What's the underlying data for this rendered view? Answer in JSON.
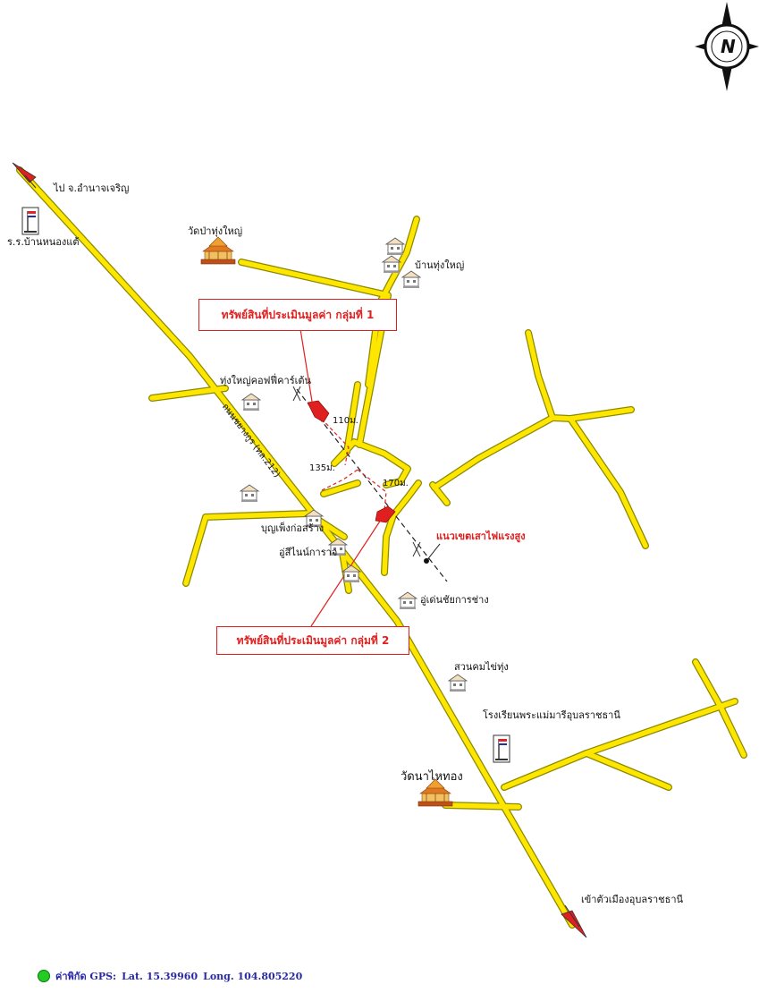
{
  "north": {
    "letter": "N"
  },
  "places": {
    "to_amnat": "ไป จ.อำนาจเจริญ",
    "school_nongtae": "ร.ร.บ้านหนองแต้",
    "wat_pa_thung_yai": "วัดป่าทุ่งใหญ่",
    "ban_thung_yai": "บ้านทุ่งใหญ่",
    "coffee": "ทุ่งใหญ่คอฟฟี่คาร์เต้น",
    "boonpeng": "บุญเพ็งก่อสร้าง",
    "paint": "อู่สีไนน์การาจ",
    "garage": "อู่เด่นชัยการช่าง",
    "suan": "สวนคมไข่ทุ่ง",
    "school_mary": "โรงเรียนพระแม่มารีอุบลราชธานี",
    "wat_na_tai": "วัดนาไหทอง",
    "to_ubon": "เข้าตัวเมืองอุบลราชธานี"
  },
  "road_name": "ถนนชยางกูร (ทล.212)",
  "powerline": "แนวเขตเสาไฟแรงสูง",
  "callouts": {
    "group1": "ทรัพย์สินที่ประเมินมูลค่า กลุ่มที่ 1",
    "group2": "ทรัพย์สินที่ประเมินมูลค่า กลุ่มที่ 2"
  },
  "distances": {
    "d110": "110ม.",
    "d135": "135ม.",
    "d170": "170ม."
  },
  "gps": {
    "label": "ค่าพิกัด GPS:",
    "lat": "Lat. 15.39960",
    "long": "Long. 104.805220"
  },
  "colors": {
    "road": "#ffe600",
    "road_edge": "#8a8a00",
    "accent": "#e02020",
    "gps_text": "#2a2aa8",
    "gps_dot": "#22cc22"
  },
  "icons": [
    "north-arrow-icon",
    "school-flag-icon",
    "temple-icon",
    "house-icon",
    "arrow-icon"
  ]
}
